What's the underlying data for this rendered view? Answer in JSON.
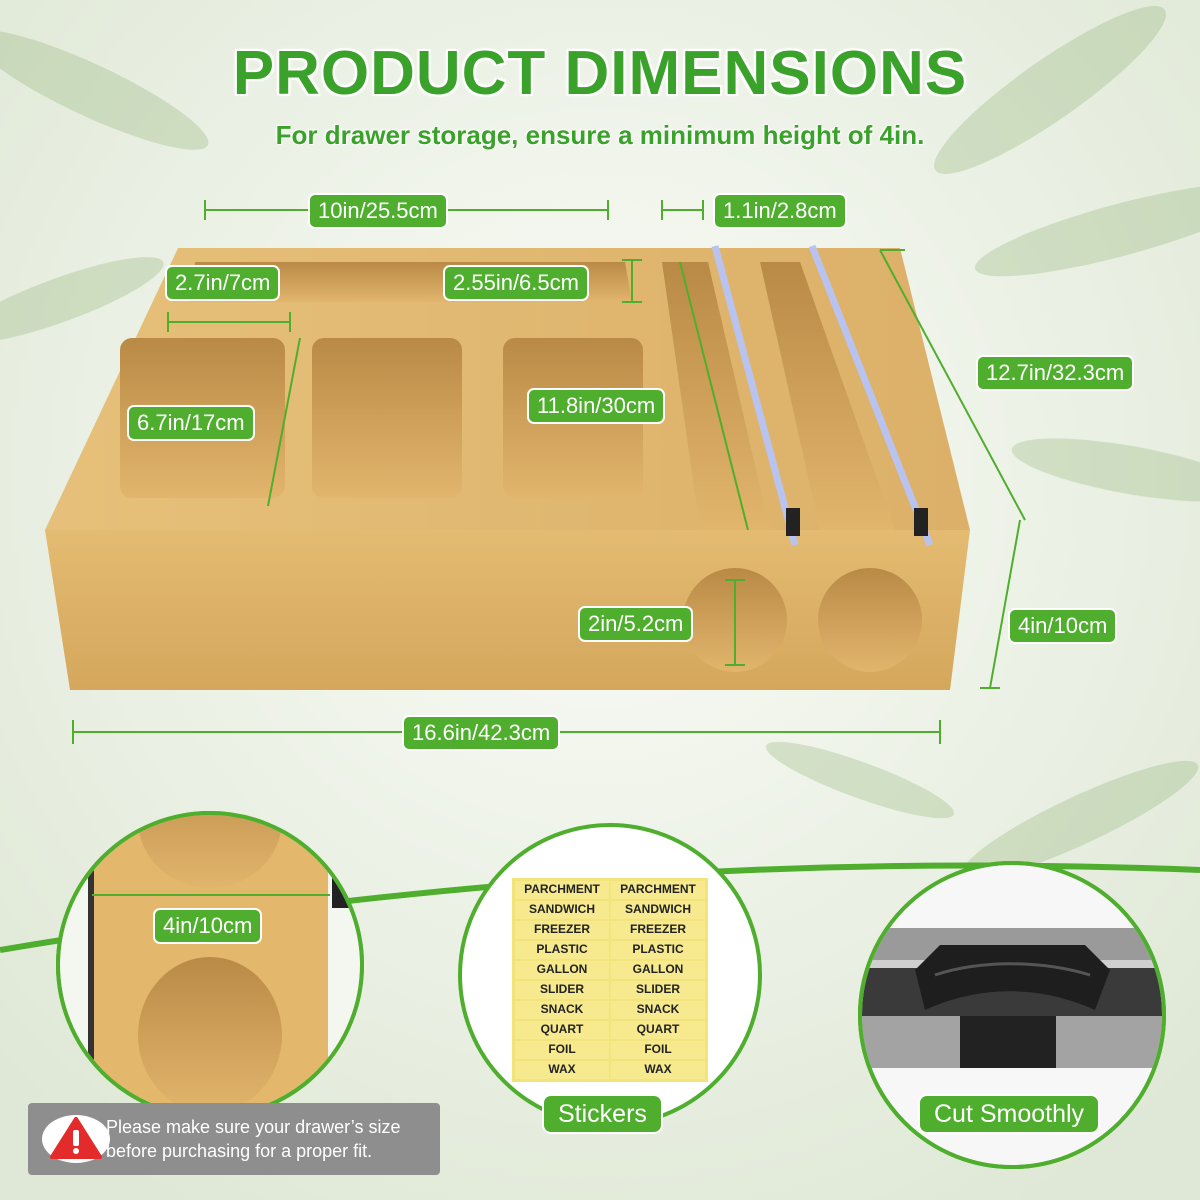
{
  "heading": {
    "title": "PRODUCT DIMENSIONS",
    "subtitle": "For drawer storage, ensure a minimum height of 4in."
  },
  "dimensions": {
    "top_length": "10in/25.5cm",
    "slot_width": "1.1in/2.8cm",
    "compartment_width": "2.7in/7cm",
    "slot_depth": "2.55in/6.5cm",
    "depth": "12.7in/32.3cm",
    "compartment_length": "6.7in/17cm",
    "slot_length": "11.8in/30cm",
    "hole_diameter": "2in/5.2cm",
    "height": "4in/10cm",
    "total_width": "16.6in/42.3cm",
    "side_height": "4in/10cm"
  },
  "stickers": {
    "caption": "Stickers",
    "labels": [
      "PARCHMENT",
      "PARCHMENT",
      "SANDWICH",
      "SANDWICH",
      "FREEZER",
      "FREEZER",
      "PLASTIC",
      "PLASTIC",
      "GALLON",
      "GALLON",
      "SLIDER",
      "SLIDER",
      "SNACK",
      "SNACK",
      "QUART",
      "QUART",
      "FOIL",
      "FOIL",
      "WAX",
      "WAX"
    ]
  },
  "cutter": {
    "caption": "Cut Smoothly"
  },
  "warning": {
    "text": "Please make sure your drawer’s size before purchasing for a proper fit.",
    "icon": "warning-icon"
  },
  "colors": {
    "accent": "#4fae2e",
    "title": "#3aa22a",
    "wood": "#e1b970",
    "wood_dark": "#c89a4e",
    "warning_bg": "#8e8e8e",
    "warning_icon": "#e32b2b",
    "sticker": "#f2e37a"
  }
}
